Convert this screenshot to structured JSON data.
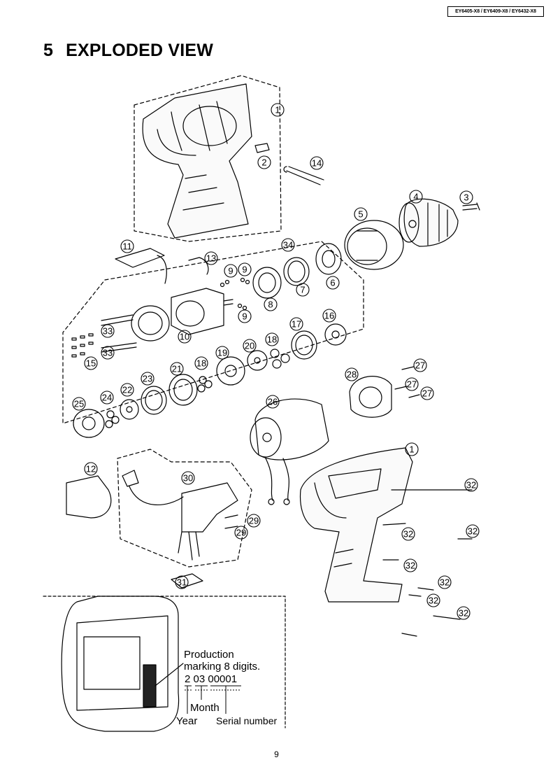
{
  "header": {
    "model_numbers": "EY6405-X8 / EY6409-X8 / EY6432-X8"
  },
  "page_title": {
    "number": "5",
    "text": "EXPLODED VIEW"
  },
  "part_callouts": [
    "1",
    "2",
    "14",
    "4",
    "3",
    "5",
    "11",
    "34",
    "13",
    "9",
    "9",
    "6",
    "7",
    "8",
    "9",
    "33",
    "10",
    "16",
    "17",
    "18",
    "20",
    "15",
    "19",
    "33",
    "27",
    "28",
    "23",
    "21",
    "18",
    "22",
    "24",
    "27",
    "27",
    "25",
    "26",
    "1",
    "12",
    "30",
    "32",
    "32",
    "29",
    "29",
    "32",
    "31",
    "32",
    "32",
    "32",
    "32"
  ],
  "production_note": {
    "line1": "Production",
    "line2": "marking 8 digits.",
    "code_year": "2",
    "code_month": "03",
    "code_serial": "00001",
    "label_month": "Month",
    "label_year": "Year",
    "label_serial": "Serial number"
  },
  "page_number": "9"
}
